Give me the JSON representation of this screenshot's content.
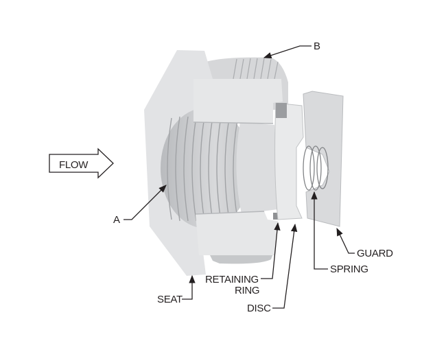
{
  "title": "Check valve cutaway diagram",
  "labels": {
    "flow": "FLOW",
    "a": "A",
    "b": "B",
    "guard": "GUARD",
    "spring": "SPRING",
    "retaining_line1": "RETAINING",
    "retaining_line2": "RING",
    "disc": "DISC",
    "seat": "SEAT"
  },
  "colors": {
    "body_light": "#e4e5e7",
    "body_mid": "#cfd0d2",
    "body_dark": "#a9abae",
    "ink": "#231f20"
  }
}
